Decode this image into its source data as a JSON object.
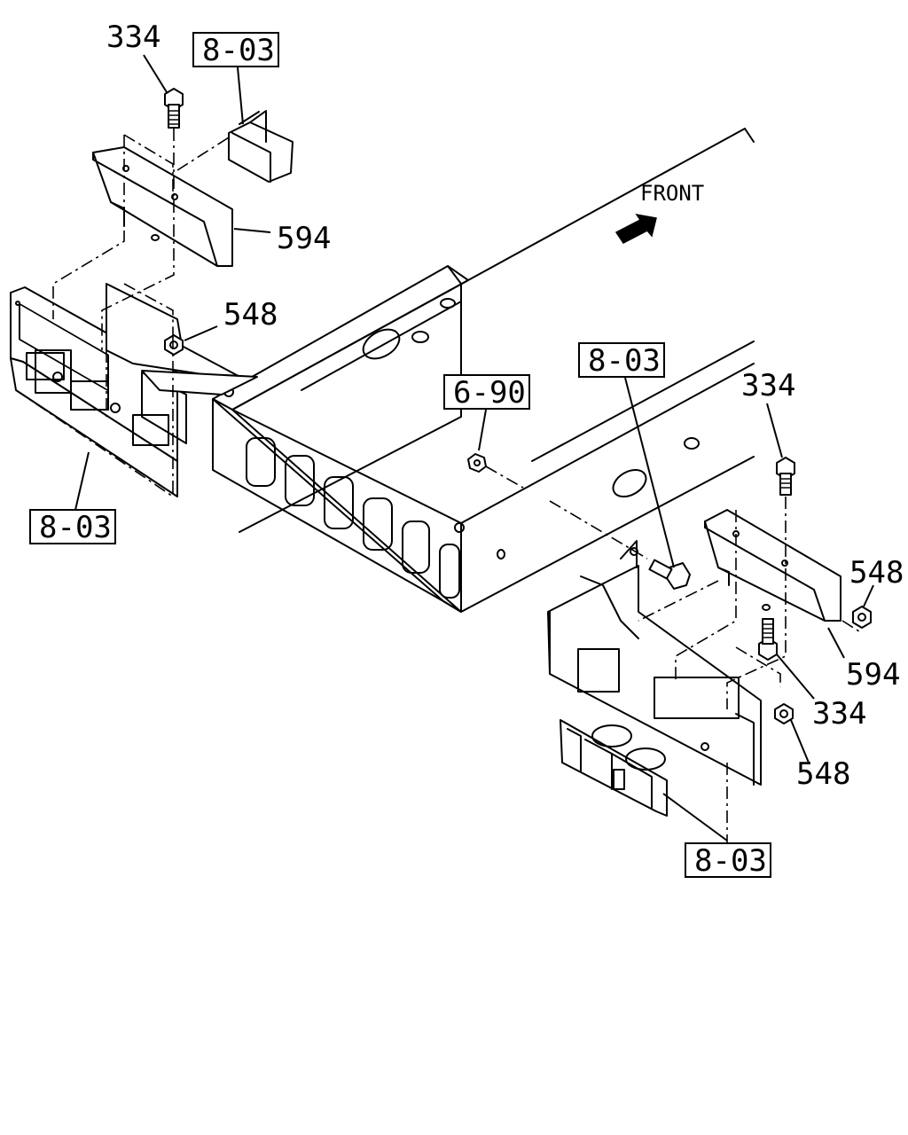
{
  "front_label": "FRONT",
  "callouts": {
    "c334_top_left": "334",
    "c803_top_left": "8-03",
    "c594_left": "594",
    "c548_left": "548",
    "c803_bottom_left": "8-03",
    "c690": "6-90",
    "c803_center": "8-03",
    "c334_right_top": "334",
    "c548_right_top": "548",
    "c594_right": "594",
    "c334_right_low": "334",
    "c548_right_low": "548",
    "c803_bottom_right": "8-03"
  }
}
